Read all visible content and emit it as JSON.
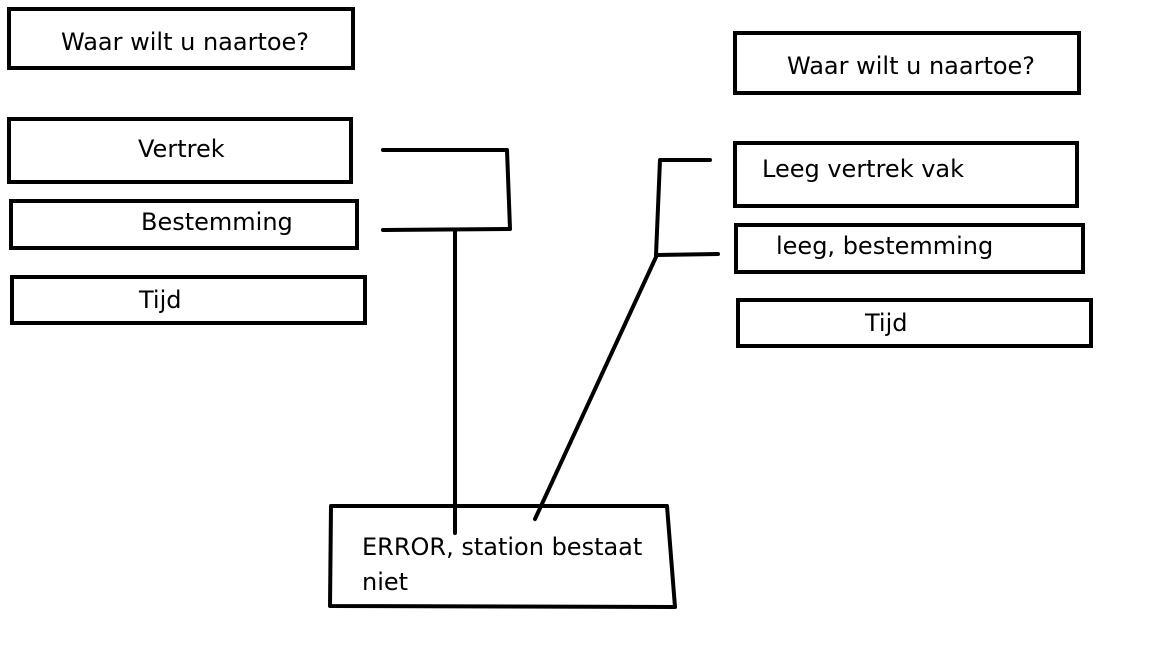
{
  "left_form": {
    "prompt": "Waar wilt u naartoe?",
    "departure": "Vertrek",
    "destination": "Bestemming",
    "time": "Tijd"
  },
  "right_form": {
    "prompt": "Waar wilt u naartoe?",
    "departure": "Leeg vertrek vak",
    "destination": "leeg, bestemming",
    "time": "Tijd"
  },
  "error": {
    "message": "ERROR, station bestaat niet"
  }
}
